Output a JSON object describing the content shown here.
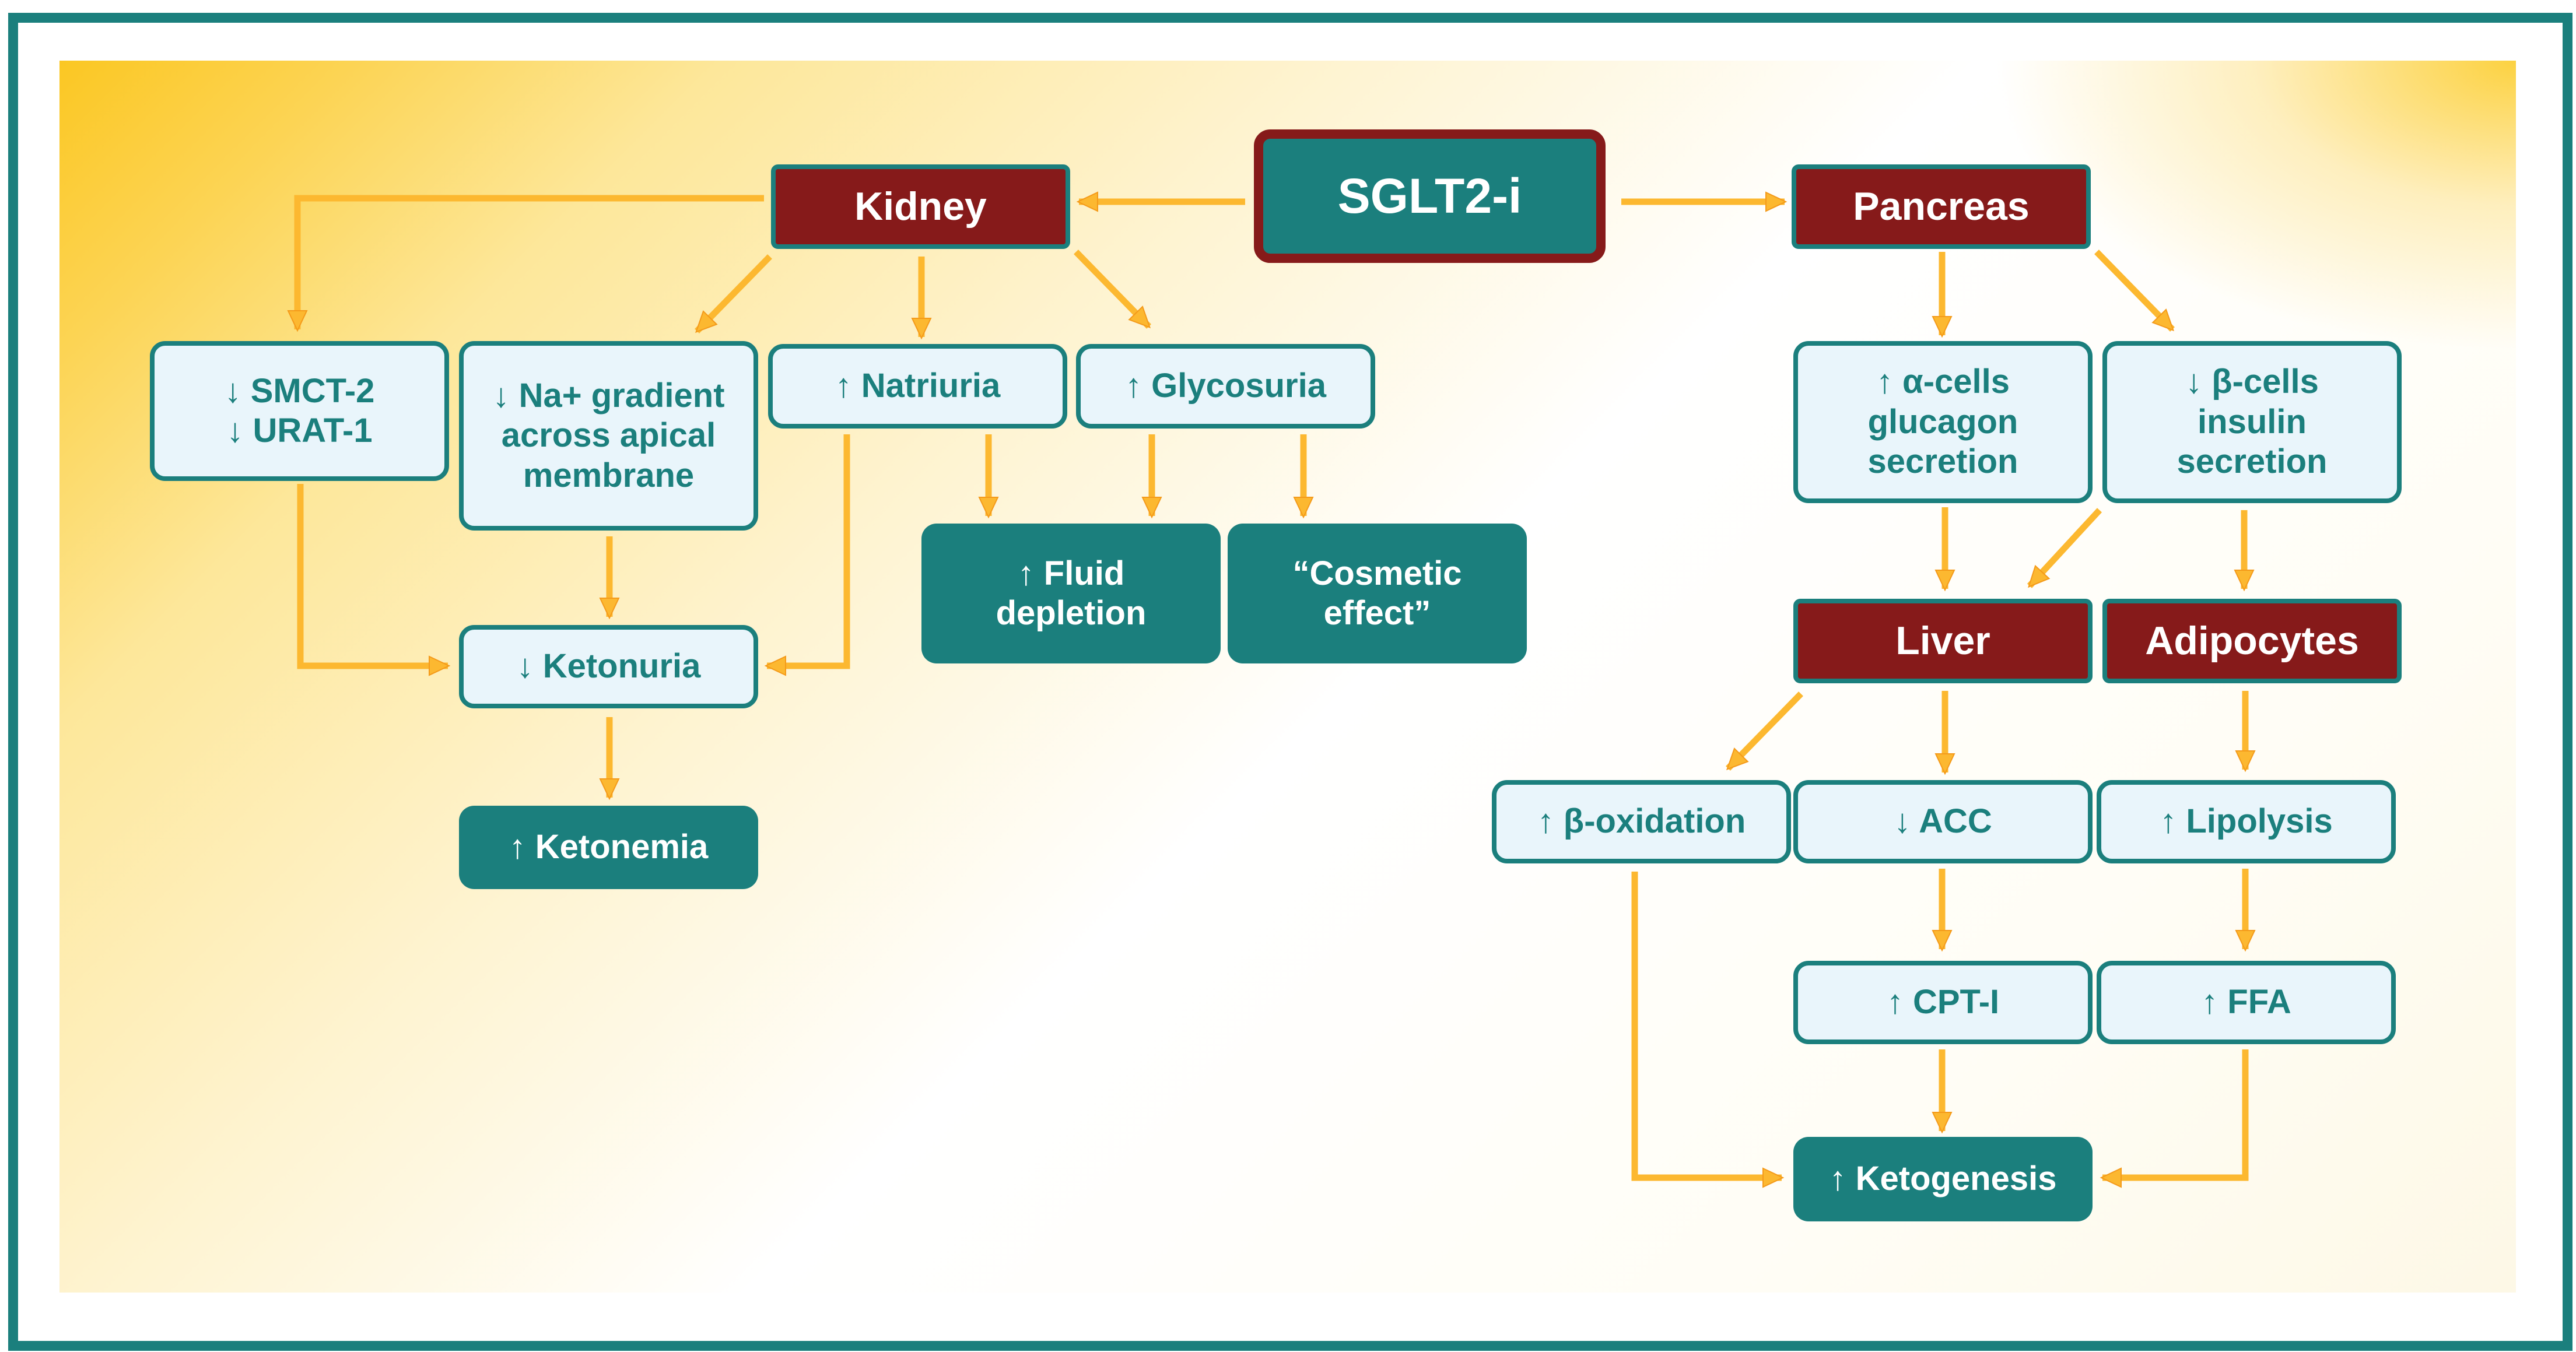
{
  "diagram": {
    "center": "SGLT2-i",
    "organs": {
      "kidney": "Kidney",
      "pancreas": "Pancreas",
      "liver": "Liver",
      "adipocytes": "Adipocytes"
    },
    "kidney_effects": {
      "smct2": [
        "↓ SMCT-2",
        "↓ URAT-1"
      ],
      "na_gradient": [
        "↓ Na+ gradient",
        "across apical",
        "membrane"
      ],
      "natriuria": "↑ Natriuria",
      "glycosuria": "↑ Glycosuria",
      "ketonuria": "↓ Ketonuria",
      "ketonemia": "↑ Ketonemia",
      "fluid_depletion": [
        "↑ Fluid",
        "depletion"
      ],
      "cosmetic_effect": [
        "“Cosmetic",
        "effect”"
      ]
    },
    "pancreas_effects": {
      "alpha_cells": [
        "↑ α-cells",
        "glucagon",
        "secretion"
      ],
      "beta_cells": [
        "↓ β-cells",
        "insulin",
        "secretion"
      ]
    },
    "liver_effects": {
      "beta_oxidation": "↑ β-oxidation",
      "acc": "↓ ACC",
      "cpt1": "↑ CPT-I",
      "ketogenesis": "↑ Ketogenesis"
    },
    "adipocyte_effects": {
      "lipolysis": "↑ Lipolysis",
      "ffa": "↑ FFA"
    }
  },
  "colors": {
    "teal": "#1b7f7d",
    "dark_red": "#861a1a",
    "arrow_fill": "#fcb830",
    "arrow_stroke": "#f49a1a",
    "light_box": "#e9f5fb"
  }
}
